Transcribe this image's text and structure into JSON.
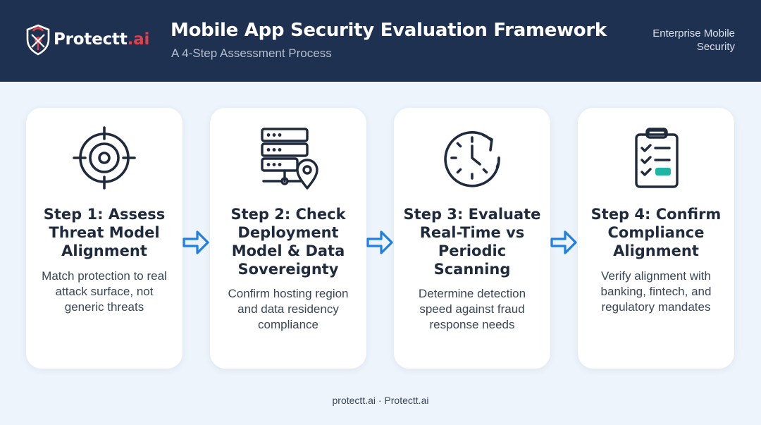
{
  "header": {
    "logo_text_main": "Protectt",
    "logo_text_accent": ".ai",
    "title": "Mobile App Security Evaluation Framework",
    "subtitle": "A 4-Step Assessment Process",
    "tagline": "Enterprise Mobile Security"
  },
  "steps": [
    {
      "icon": "target-icon",
      "title": "Step 1: Assess Threat Model Alignment",
      "description": "Match protection to real attack surface, not generic threats"
    },
    {
      "icon": "server-location-icon",
      "title": "Step 2: Check Deployment Model & Data Sovereignty",
      "description": "Confirm hosting region and data residency compliance"
    },
    {
      "icon": "clock-refresh-icon",
      "title": "Step 3: Evaluate Real-Time vs Periodic Scanning",
      "description": "Determine detection speed against fraud response needs"
    },
    {
      "icon": "clipboard-checklist-icon",
      "title": "Step 4: Confirm Compliance Alignment",
      "description": "Verify alignment with banking, fintech, and regulatory mandates"
    }
  ],
  "footer": "protectt.ai · Protectt.ai",
  "colors": {
    "header_bg": "#1f3150",
    "page_bg": "#eef4fc",
    "brand_red": "#e0404c",
    "arrow_blue": "#1f7fe3",
    "check_teal": "#1fb5a5",
    "icon_dark": "#1f2b3d"
  }
}
